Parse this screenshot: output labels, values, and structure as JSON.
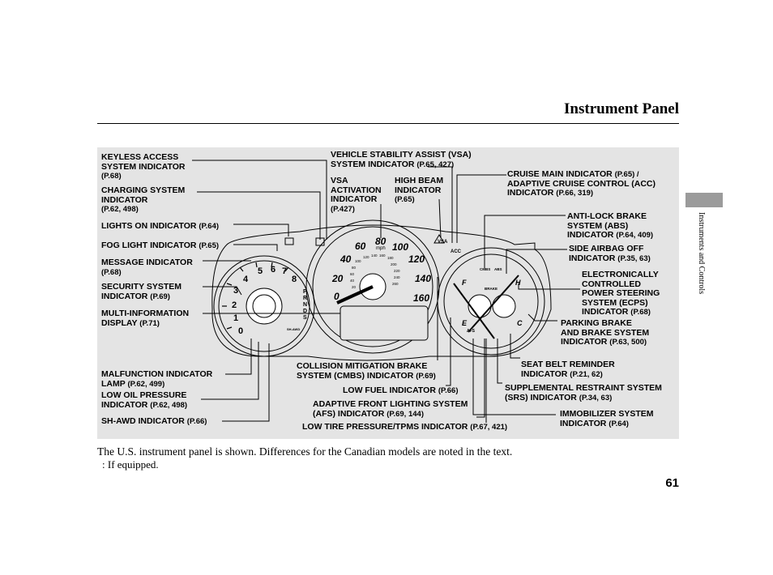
{
  "header": {
    "title": "Instrument Panel"
  },
  "side_tab": {
    "text": "Instruments and Controls"
  },
  "labels": {
    "keyless": {
      "l1": "KEYLESS ACCESS",
      "l2": "SYSTEM INDICATOR",
      "ref": "(P.68)"
    },
    "charging": {
      "l1": "CHARGING SYSTEM",
      "l2": "INDICATOR",
      "ref": "(P.62, 498)"
    },
    "lights": {
      "l1": "LIGHTS ON INDICATOR",
      "ref": "(P.64)"
    },
    "fog": {
      "l1": "FOG LIGHT INDICATOR",
      "ref": "(P.65)"
    },
    "message": {
      "l1": "MESSAGE INDICATOR",
      "ref": "(P.68)"
    },
    "security": {
      "l1": "SECURITY SYSTEM",
      "l2": "INDICATOR",
      "ref": "(P.69)"
    },
    "multi": {
      "l1": "MULTI-INFORMATION",
      "l2": "DISPLAY",
      "ref": "(P.71)"
    },
    "malfunction": {
      "l1": "MALFUNCTION INDICATOR",
      "l2": "LAMP",
      "ref": "(P.62, 499)"
    },
    "oil": {
      "l1": "LOW OIL PRESSURE",
      "l2": "INDICATOR",
      "ref": "(P.62, 498)"
    },
    "shawd": {
      "l1": "SH-AWD INDICATOR",
      "ref": "(P.66)"
    },
    "vsa_sys": {
      "l1": "VEHICLE STABILITY ASSIST (VSA)",
      "l2": "SYSTEM INDICATOR",
      "ref": "(P.65, 427)"
    },
    "vsa_act": {
      "l1": "VSA",
      "l2": "ACTIVATION",
      "l3": "INDICATOR",
      "ref": "(P.427)"
    },
    "high_beam": {
      "l1": "HIGH BEAM",
      "l2": "INDICATOR",
      "ref": "(P.65)"
    },
    "cruise": {
      "l1": "CRUISE MAIN INDICATOR",
      "ref1": "(P.65) /",
      "l2": "ADAPTIVE CRUISE CONTROL (ACC)",
      "l3": "INDICATOR",
      "ref2": "(P.66, 319)"
    },
    "abs": {
      "l1": "ANTI-LOCK BRAKE",
      "l2": "SYSTEM (ABS)",
      "l3": "INDICATOR",
      "ref": "(P.64, 409)"
    },
    "airbag": {
      "l1": "SIDE AIRBAG OFF",
      "l2": "INDICATOR",
      "ref": "(P.35, 63)"
    },
    "ecps": {
      "l1": "ELECTRONICALLY",
      "l2": "CONTROLLED",
      "l3": "POWER STEERING",
      "l4": "SYSTEM (ECPS)",
      "l5": "INDICATOR",
      "ref": "(P.68)"
    },
    "parking": {
      "l1": "PARKING BRAKE",
      "l2": "AND BRAKE SYSTEM",
      "l3": "INDICATOR",
      "ref": "(P.63, 500)"
    },
    "cmbs": {
      "l1": "COLLISION MITIGATION BRAKE",
      "l2": "SYSTEM (CMBS) INDICATOR",
      "ref": "(P.69)"
    },
    "seatbelt": {
      "l1": "SEAT BELT REMINDER",
      "l2": "INDICATOR",
      "ref": "(P.21, 62)"
    },
    "fuel": {
      "l1": "LOW FUEL INDICATOR",
      "ref": "(P.66)"
    },
    "srs": {
      "l1": "SUPPLEMENTAL RESTRAINT SYSTEM",
      "l2": "(SRS) INDICATOR",
      "ref": "(P.34, 63)"
    },
    "afs": {
      "l1": "ADAPTIVE FRONT LIGHTING SYSTEM",
      "l2": "(AFS) INDICATOR",
      "ref": "(P.69, 144)"
    },
    "immobilizer": {
      "l1": "IMMOBILIZER SYSTEM",
      "l2": "INDICATOR",
      "ref": "(P.64)"
    },
    "tpms": {
      "l1": "LOW TIRE PRESSURE/TPMS INDICATOR",
      "ref": "(P.67, 421)"
    }
  },
  "gauges": {
    "tach_numbers": [
      "4",
      "5",
      "6",
      "7",
      "8",
      "3",
      "2",
      "1",
      "0"
    ],
    "gear_letters": [
      "P",
      "R",
      "N",
      "D",
      "S"
    ],
    "speed_numbers": [
      "60",
      "80",
      "100",
      "40",
      "120",
      "20",
      "140",
      "0",
      "160"
    ],
    "speed_unit": "mph",
    "km_numbers": [
      "100",
      "120",
      "140",
      "160",
      "180",
      "200",
      "220",
      "240",
      "260",
      "80",
      "60",
      "40",
      "20"
    ],
    "fuel_f": "F",
    "fuel_e": "E",
    "temp_h": "H",
    "temp_c": "C",
    "icon_vsa": "VSA",
    "icon_acc": "ACC",
    "icon_brake": "BRAKE",
    "icon_cmbs": "CMBS",
    "icon_abs": "ABS",
    "icon_afs": "AFS",
    "icon_shawd": "SH-AWD"
  },
  "caption": "The U.S. instrument panel is shown. Differences for the Canadian models are noted in the text.",
  "note": ":  If equipped.",
  "page_number": "61"
}
